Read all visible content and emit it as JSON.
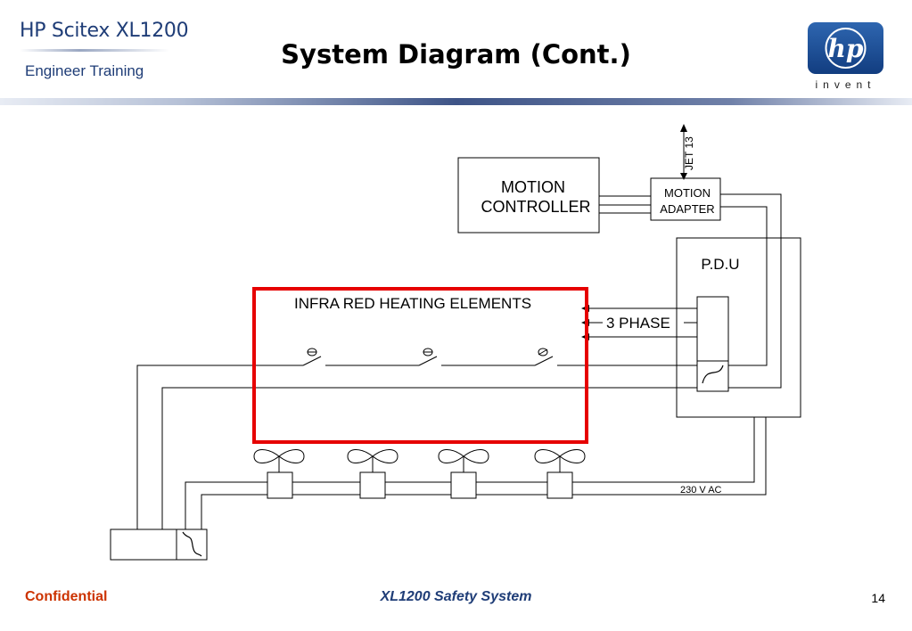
{
  "header": {
    "brand_name": "HP Scitex XL1200",
    "brand_subtitle": "Engineer  Training",
    "title": "System Diagram (Cont.)",
    "logo_text": "hp",
    "logo_tagline": "invent"
  },
  "diagram": {
    "motion_controller": [
      "MOTION",
      "CONTROLLER"
    ],
    "motion_adapter": [
      "MOTION",
      "ADAPTER"
    ],
    "jet_label": "JET 13",
    "pdu_label": "P.D.U",
    "heating_label": "INFRA RED HEATING ELEMENTS",
    "phase_label": "3 PHASE",
    "voltage_label": "230 V AC",
    "highlight_color": "#e60000"
  },
  "footer": {
    "left": "Confidential",
    "center": "XL1200 Safety System",
    "page_number": "14"
  }
}
